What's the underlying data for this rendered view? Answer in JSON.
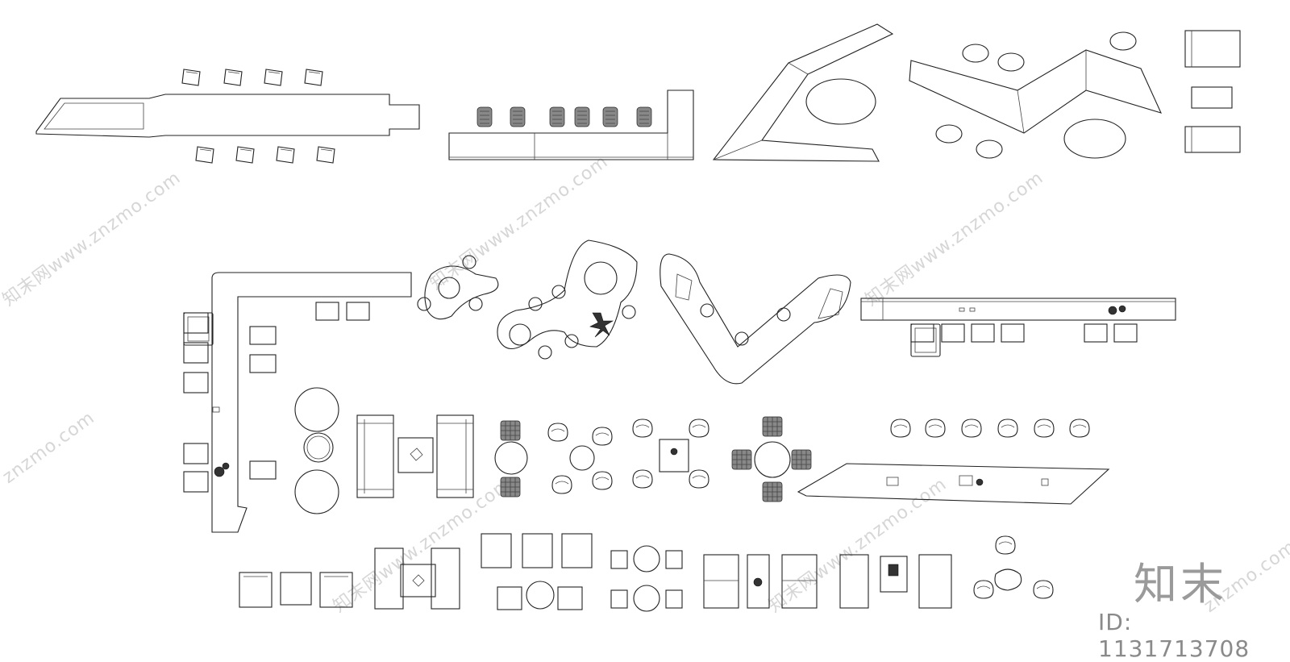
{
  "brand": {
    "logo_text": "知末",
    "image_id": "ID: 1131713708"
  },
  "watermark": {
    "text": "知末网www.znzmo.com",
    "short_text": "znzmo.com"
  },
  "colors": {
    "line": "#222222",
    "watermark": "#d6d6d6",
    "logo": "#9a9a9a"
  }
}
